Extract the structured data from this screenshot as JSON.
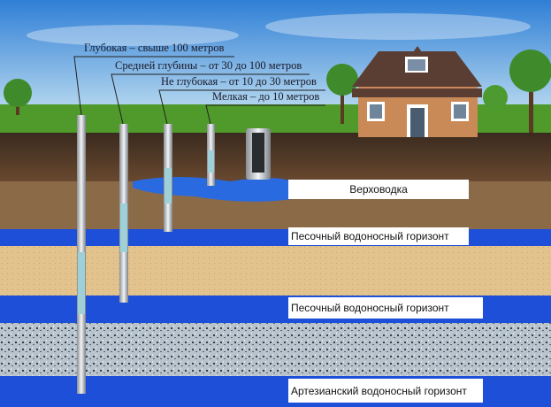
{
  "depth_labels": [
    "Глубокая – свыше 100 метров",
    "Средней глубины – от 30 до 100 метров",
    "Не глубокая – от 10 до 30 метров",
    "Мелкая – до 10 метров"
  ],
  "layers": {
    "perched": "Верховодка",
    "sand_aquifer_1": "Песочный водоносный горизонт",
    "sand_aquifer_2": "Песочный водоносный горизонт",
    "artesian": "Артезианский водоносный горизонт"
  },
  "colors": {
    "water": "#1e4fd8",
    "sky": "#3d8fdc",
    "grass": "#4f9a2a",
    "soil": "#4a3322",
    "sand": "#e3c48e",
    "granite": "#8a9aa8"
  }
}
